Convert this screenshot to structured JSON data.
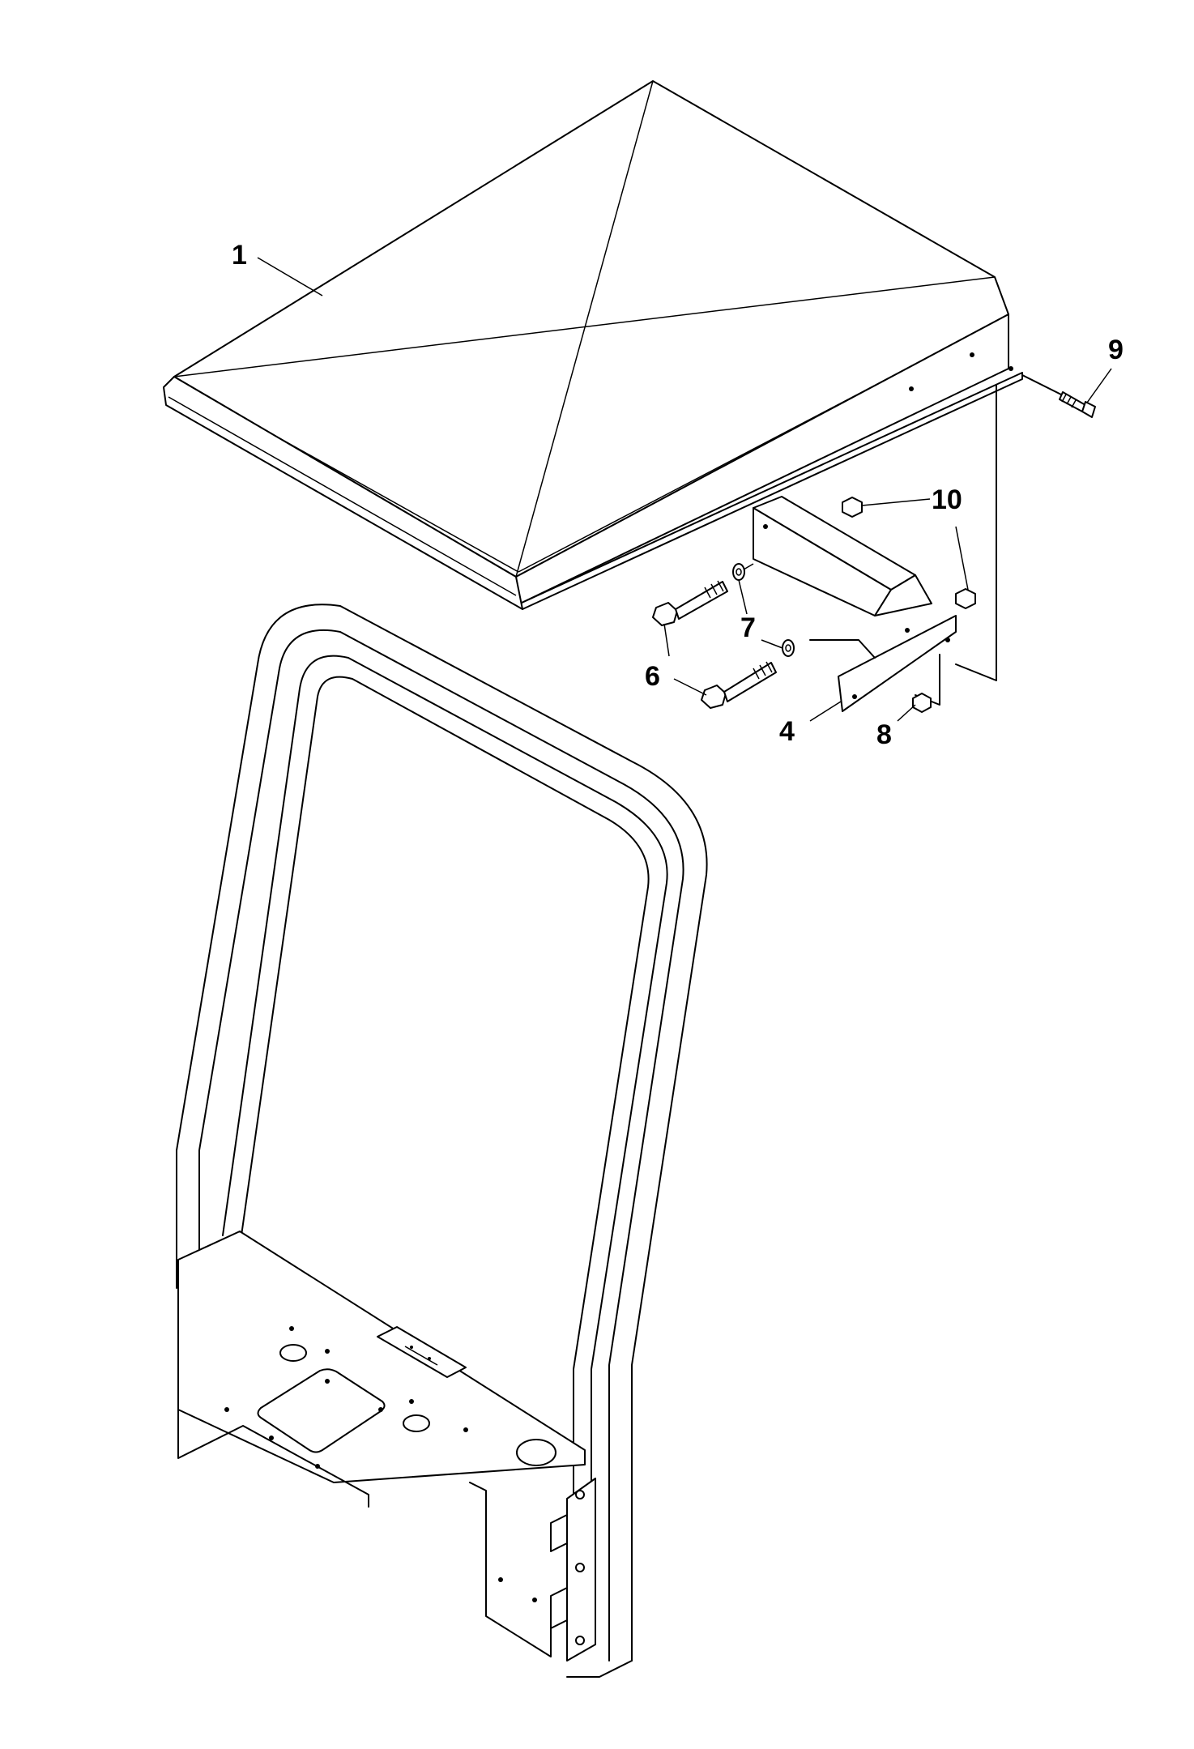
{
  "callouts": [
    {
      "id": "1",
      "label": "1"
    },
    {
      "id": "9",
      "label": "9"
    },
    {
      "id": "10",
      "label": "10"
    },
    {
      "id": "7",
      "label": "7"
    },
    {
      "id": "6",
      "label": "6"
    },
    {
      "id": "4",
      "label": "4"
    },
    {
      "id": "8",
      "label": "8"
    }
  ],
  "colors": {
    "line": "#000000",
    "background": "#ffffff"
  }
}
